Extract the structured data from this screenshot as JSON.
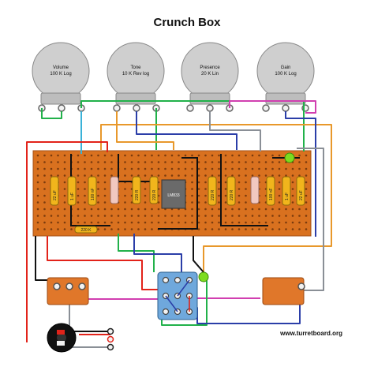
{
  "title": "Crunch Box",
  "website": "www.turretboard.org",
  "pots": [
    {
      "name": "Volume",
      "value": "100 K Log"
    },
    {
      "name": "Tone",
      "value": "10 K Rev log"
    },
    {
      "name": "Presence",
      "value": "20 K Lin"
    },
    {
      "name": "Gain",
      "value": "100 K Log"
    }
  ],
  "ic_label": "LM833",
  "capacitors_left": [
    "22 uF",
    "1 uF",
    "100 nF"
  ],
  "capacitors_right": [
    "100 nF",
    "1 uF",
    "22 uF"
  ],
  "resistors_left": [
    "220 R",
    "220 R"
  ],
  "resistors_right": [
    "220 R",
    "220 R"
  ],
  "bottom_label": "220 K",
  "colors": {
    "board": "#d9711f",
    "wire_green": "#21b14a",
    "wire_red": "#e2231a",
    "wire_blue": "#2b3ea8",
    "wire_cyan": "#3ab2d8",
    "wire_magenta": "#d13fb0",
    "wire_orange": "#e8982b",
    "wire_gray": "#8a8f96",
    "wire_black": "#111111",
    "pot_body": "#cfcfcf",
    "jack_body": "#e0772a",
    "switch_body": "#6fa8dc",
    "led": "#7ddc1f"
  }
}
